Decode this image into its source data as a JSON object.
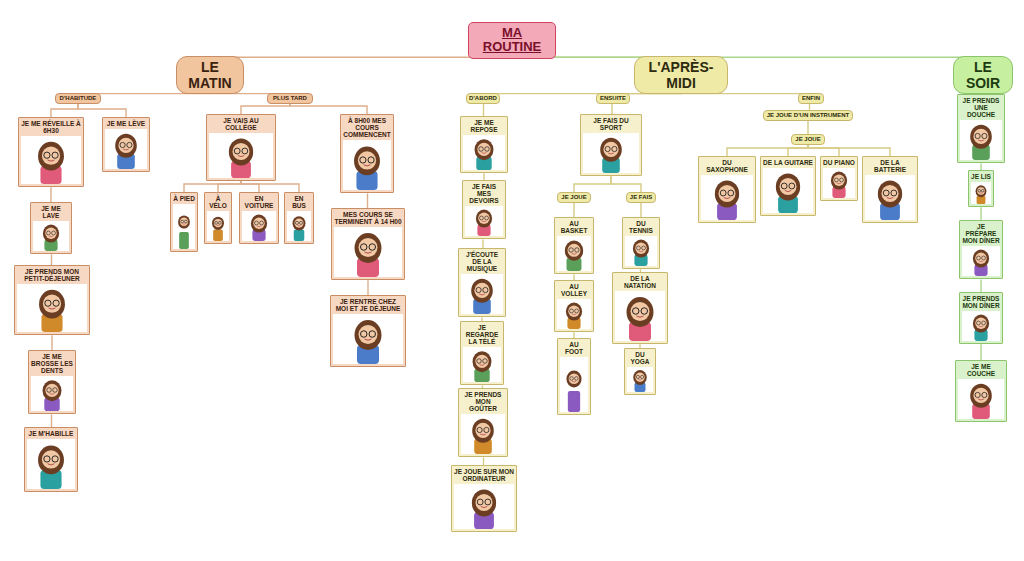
{
  "diagram": {
    "nodes": [
      {
        "text": [
          "MA ROUTINE"
        ]
      },
      {
        "text": [
          "LE MATIN"
        ]
      },
      {
        "text": [
          "L'APRÈS-MIDI"
        ]
      },
      {
        "text": [
          "LE SOIR"
        ]
      },
      {
        "text": [
          "D'HABITUDE"
        ]
      },
      {
        "text": [
          "PLUS TARD"
        ]
      },
      {
        "text": [
          "JE ME RÉVEILLE À 6H30"
        ]
      },
      {
        "text": [
          "JE ME LÈVE"
        ]
      },
      {
        "text": [
          "JE ME LAVE"
        ]
      },
      {
        "text": [
          "JE PRENDS MON PETIT-DÉJEUNER"
        ]
      },
      {
        "text": [
          "JE ME BROSSE LES DENTS"
        ]
      },
      {
        "text": [
          "JE M'HABILLE"
        ]
      },
      {
        "text": [
          "JE VAIS AU COLLÈGE"
        ]
      },
      {
        "text": [
          "À 8H00 MES COURS COMMENCENT"
        ]
      },
      {
        "text": [
          "À PIED"
        ]
      },
      {
        "text": [
          "À VÉLO"
        ]
      },
      {
        "text": [
          "EN VOITURE"
        ]
      },
      {
        "text": [
          "EN BUS"
        ]
      },
      {
        "text": [
          "MES COURS SE TERMINENT À 14 H00"
        ]
      },
      {
        "text": [
          "JE RENTRE CHEZ MOI ET JE DÉJEUNE"
        ]
      },
      {
        "text": [
          "D'ABORD"
        ]
      },
      {
        "text": [
          "ENSUITE"
        ]
      },
      {
        "text": [
          "ENFIN"
        ]
      },
      {
        "text": [
          "JE ME REPOSE"
        ]
      },
      {
        "text": [
          "JE FAIS MES DEVOIRS"
        ]
      },
      {
        "text": [
          "J'ÉCOUTE DE LA MUSIQUE"
        ]
      },
      {
        "text": [
          "JE REGARDE LA TÉLÉ"
        ]
      },
      {
        "text": [
          "JE PRENDS MON GOÛTER"
        ]
      },
      {
        "text": [
          "JE JOUE SUR MON ORDINATEUR"
        ]
      },
      {
        "text": [
          "JE FAIS DU SPORT"
        ]
      },
      {
        "text": [
          "JE JOUE"
        ]
      },
      {
        "text": [
          "JE FAIS"
        ]
      },
      {
        "text": [
          "AU BASKET"
        ]
      },
      {
        "text": [
          "AU VOLLEY"
        ]
      },
      {
        "text": [
          "AU FOOT"
        ]
      },
      {
        "text": [
          "DU TENNIS"
        ]
      },
      {
        "text": [
          "DE LA NATATION"
        ]
      },
      {
        "text": [
          "DU YOGA"
        ]
      },
      {
        "text": [
          "JE JOUE D'UN INSTRUMENT"
        ]
      },
      {
        "text": [
          "JE JOUE"
        ]
      },
      {
        "text": [
          "DU SAXOPHONE"
        ]
      },
      {
        "text": [
          "DE LA GUITARE"
        ]
      },
      {
        "text": [
          "DU PIANO"
        ]
      },
      {
        "text": [
          "DE LA BATTERIE"
        ]
      },
      {
        "text": [
          "JE PRENDS UNE DOUCHE"
        ]
      },
      {
        "text": [
          "JE LIS"
        ]
      },
      {
        "text": [
          "JE PRÉPARE MON DÎNER"
        ]
      },
      {
        "text": [
          "JE PRENDS MON DÎNER"
        ]
      },
      {
        "text": [
          "JE ME COUCHE"
        ]
      }
    ],
    "edges": [
      {
        "from": 0,
        "to": 1,
        "arrow": "none"
      },
      {
        "from": 0,
        "to": 2,
        "arrow": "none"
      },
      {
        "from": 0,
        "to": 3,
        "arrow": "none"
      },
      {
        "from": 1,
        "to": 4,
        "arrow": "none"
      },
      {
        "from": 1,
        "to": 5,
        "arrow": "none"
      },
      {
        "from": 4,
        "to": 6,
        "arrow": "none"
      },
      {
        "from": 4,
        "to": 7,
        "arrow": "none"
      },
      {
        "from": 6,
        "to": 8,
        "arrow": "none"
      },
      {
        "from": 8,
        "to": 9,
        "arrow": "none"
      },
      {
        "from": 9,
        "to": 10,
        "arrow": "none"
      },
      {
        "from": 10,
        "to": 11,
        "arrow": "none"
      },
      {
        "from": 5,
        "to": 12,
        "arrow": "none"
      },
      {
        "from": 5,
        "to": 13,
        "arrow": "none"
      },
      {
        "from": 12,
        "to": 14,
        "arrow": "none"
      },
      {
        "from": 12,
        "to": 15,
        "arrow": "none"
      },
      {
        "from": 12,
        "to": 16,
        "arrow": "none"
      },
      {
        "from": 12,
        "to": 17,
        "arrow": "none"
      },
      {
        "from": 13,
        "to": 18,
        "arrow": "none"
      },
      {
        "from": 18,
        "to": 19,
        "arrow": "none"
      },
      {
        "from": 2,
        "to": 20,
        "arrow": "none"
      },
      {
        "from": 2,
        "to": 21,
        "arrow": "none"
      },
      {
        "from": 2,
        "to": 22,
        "arrow": "none"
      },
      {
        "from": 20,
        "to": 23,
        "arrow": "none"
      },
      {
        "from": 23,
        "to": 24,
        "arrow": "none"
      },
      {
        "from": 24,
        "to": 25,
        "arrow": "none"
      },
      {
        "from": 25,
        "to": 26,
        "arrow": "none"
      },
      {
        "from": 26,
        "to": 27,
        "arrow": "none"
      },
      {
        "from": 27,
        "to": 28,
        "arrow": "none"
      },
      {
        "from": 21,
        "to": 29,
        "arrow": "none"
      },
      {
        "from": 29,
        "to": 30,
        "arrow": "none"
      },
      {
        "from": 29,
        "to": 31,
        "arrow": "none"
      },
      {
        "from": 30,
        "to": 32,
        "arrow": "none"
      },
      {
        "from": 32,
        "to": 33,
        "arrow": "none"
      },
      {
        "from": 33,
        "to": 34,
        "arrow": "none"
      },
      {
        "from": 31,
        "to": 35,
        "arrow": "none"
      },
      {
        "from": 35,
        "to": 36,
        "arrow": "none"
      },
      {
        "from": 36,
        "to": 37,
        "arrow": "none"
      },
      {
        "from": 22,
        "to": 38,
        "arrow": "none"
      },
      {
        "from": 38,
        "to": 39,
        "arrow": "none"
      },
      {
        "from": 39,
        "to": 40,
        "arrow": "none"
      },
      {
        "from": 39,
        "to": 41,
        "arrow": "none"
      },
      {
        "from": 39,
        "to": 42,
        "arrow": "none"
      },
      {
        "from": 39,
        "to": 43,
        "arrow": "none"
      },
      {
        "from": 3,
        "to": 44,
        "arrow": "none"
      },
      {
        "from": 44,
        "to": 45,
        "arrow": "none"
      },
      {
        "from": 45,
        "to": 46,
        "arrow": "none"
      },
      {
        "from": 46,
        "to": 47,
        "arrow": "none"
      },
      {
        "from": 47,
        "to": 48,
        "arrow": "none"
      }
    ]
  }
}
